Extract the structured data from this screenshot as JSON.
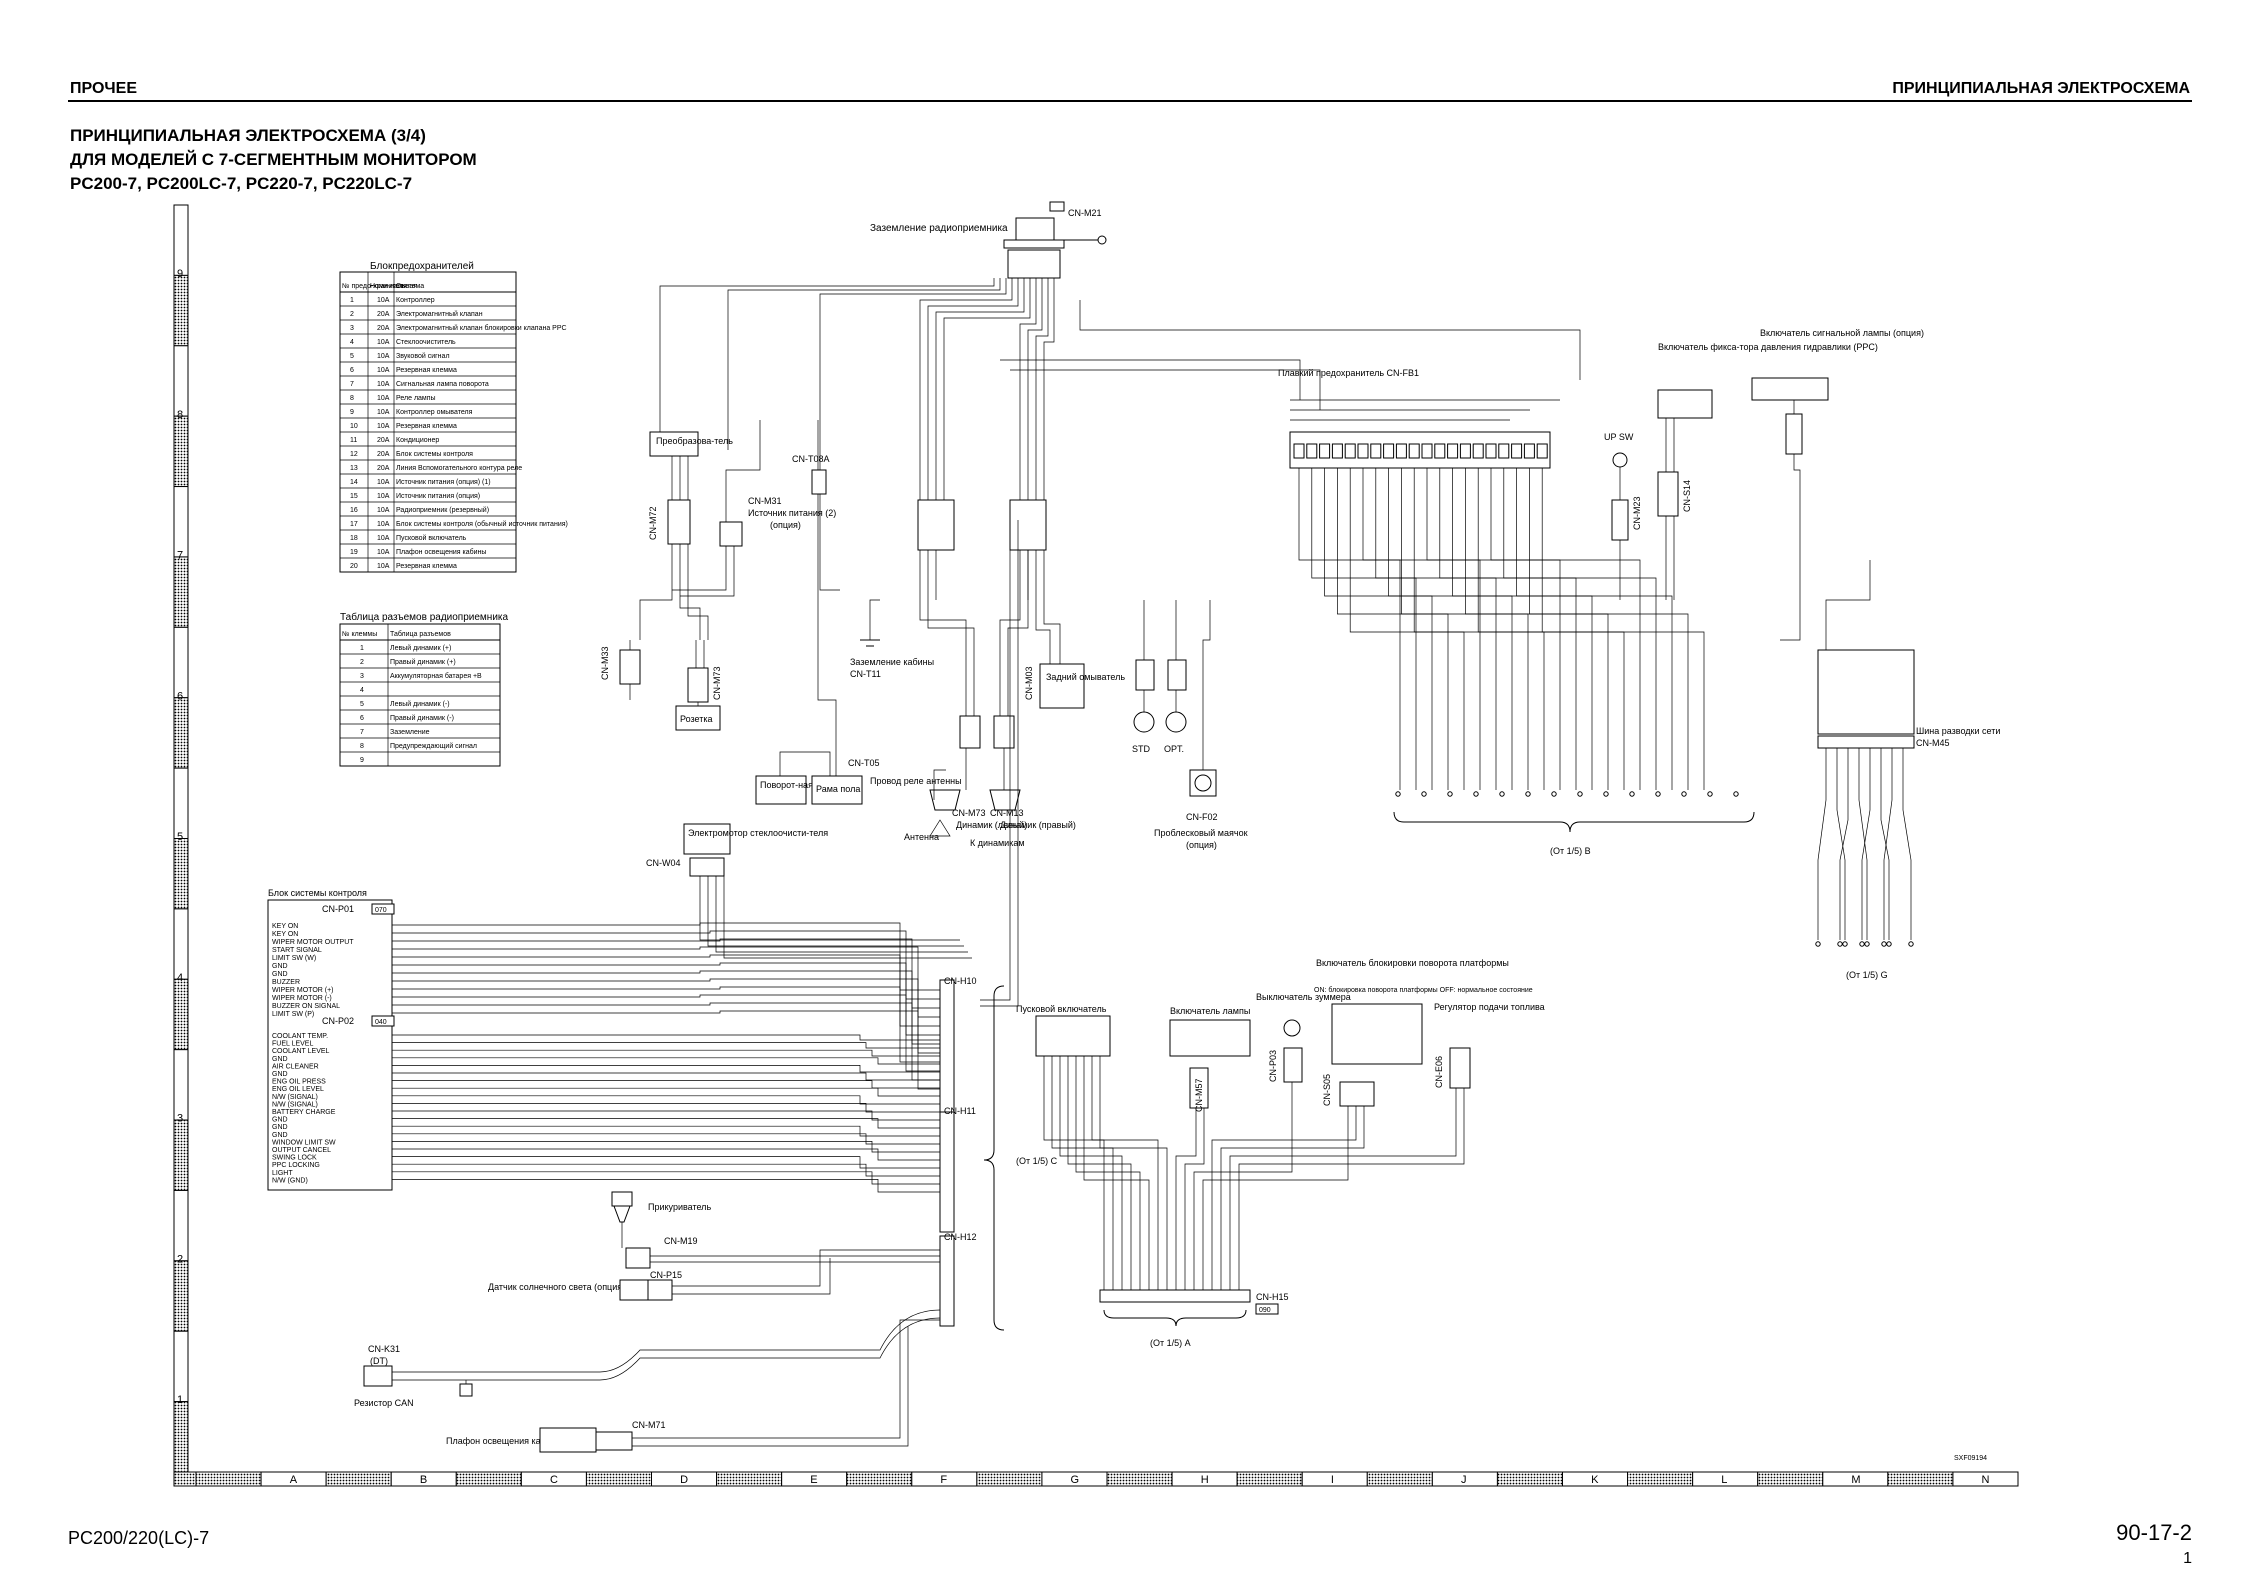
{
  "header": {
    "left": "ПРОЧЕЕ",
    "right": "ПРИНЦИПИАЛЬНАЯ ЭЛЕКТРОСХЕМА"
  },
  "title": {
    "line1": "ПРИНЦИПИАЛЬНАЯ ЭЛЕКТРОСХЕМА (3/4)",
    "line2": "ДЛЯ МОДЕЛЕЙ С 7-СЕГМЕНТНЫМ МОНИТОРОМ",
    "line3": "PC200-7, PC200LC-7, PC220-7, PC220LC-7"
  },
  "footer": {
    "left": "PC200/220(LC)-7",
    "right": "90-17-2",
    "page": "1"
  },
  "grid": {
    "rows": [
      "9",
      "8",
      "7",
      "6",
      "5",
      "4",
      "3",
      "2",
      "1"
    ],
    "cols": [
      "A",
      "B",
      "C",
      "D",
      "E",
      "F",
      "G",
      "H",
      "I",
      "J",
      "K",
      "L",
      "M",
      "N"
    ]
  },
  "fuse_table": {
    "title": "Блокпредохранителей",
    "headers": [
      "№ предо-хранителя",
      "Номи-нальная",
      "Система"
    ],
    "rows": [
      [
        "1",
        "10A",
        "Контроллер"
      ],
      [
        "2",
        "20A",
        "Электромагнитный клапан"
      ],
      [
        "3",
        "20A",
        "Электромагнитный клапан блокировки клапана PPC"
      ],
      [
        "4",
        "10A",
        "Стеклоочиститель"
      ],
      [
        "5",
        "10A",
        "Звуковой сигнал"
      ],
      [
        "6",
        "10A",
        "Резервная клемма"
      ],
      [
        "7",
        "10A",
        "Сигнальная лампа поворота"
      ],
      [
        "8",
        "10A",
        "Реле лампы"
      ],
      [
        "9",
        "10A",
        "Контроллер омывателя"
      ],
      [
        "10",
        "10A",
        "Резервная клемма"
      ],
      [
        "11",
        "20A",
        "Кондиционер"
      ],
      [
        "12",
        "20A",
        "Блок системы контроля"
      ],
      [
        "13",
        "20A",
        "Линия Вспомогательного контура реле"
      ],
      [
        "14",
        "10A",
        "Источник питания (опция) (1)"
      ],
      [
        "15",
        "10A",
        "Источник питания (опция)"
      ],
      [
        "16",
        "10A",
        "Радиоприемник (резервный)"
      ],
      [
        "17",
        "10A",
        "Блок системы контроля (обычный источник питания)"
      ],
      [
        "18",
        "10A",
        "Пусковой включатель"
      ],
      [
        "19",
        "10A",
        "Плафон освещения кабины"
      ],
      [
        "20",
        "10A",
        "Резервная клемма"
      ]
    ]
  },
  "radio_table": {
    "title": "Таблица разъемов радиоприемника",
    "headers": [
      "№ клеммы",
      "Таблица разъемов"
    ],
    "rows": [
      [
        "1",
        "Левый динамик (+)"
      ],
      [
        "2",
        "Правый динамик (+)"
      ],
      [
        "3",
        "Аккумуляторная батарея +B"
      ],
      [
        "4",
        ""
      ],
      [
        "5",
        "Левый динамик (-)"
      ],
      [
        "6",
        "Правый динамик (-)"
      ],
      [
        "7",
        "Заземление"
      ],
      [
        "8",
        "Предупреждающий сигнал"
      ],
      [
        "9",
        ""
      ]
    ]
  },
  "labels": {
    "radio_ground": "Заземление радиоприемника",
    "cn_m21": "CN-M21",
    "converter": "Преобразова-тель",
    "cn_m72": "CN-M72",
    "cn_m31": "CN-M31",
    "power_source_2": "Источник питания (2)",
    "option": "(опция)",
    "cn_t08a": "CN-T08A",
    "cn_m33": "CN-M33",
    "cn_m73": "CN-M73",
    "socket": "Розетка",
    "cab_ground": "Заземление кабины",
    "cn_t11": "CN-T11",
    "cn_t05": "CN-T05",
    "swing_frame": "Поворот-ная рама",
    "frame_floor": "Рама пола",
    "relay_wire": "Провод реле антенны",
    "antenna": "Антенна",
    "speaker_left": "Динамик (левый)",
    "speaker_right": "Динамик (правый)",
    "to_speakers": "К динамикам",
    "cn_m73b": "CN-M73",
    "cn_m13": "CN-M13",
    "rear_washer": "Задний омыватель",
    "cn_m03": "CN-M03",
    "std": "STD",
    "opt": "OPT.",
    "cn_f02": "CN-F02",
    "beacon": "Проблесковый маячок",
    "fusible_link": "Плавкий предохранитель CN-FB1",
    "up_sw": "UP SW",
    "cn_m23": "CN-M23",
    "ppc_lock_sw": "Включатель фикса-тора давления гидравлики (PPC)",
    "cn_s14": "CN-S14",
    "signal_lamp_sw": "Включатель сигнальной лампы (опция)",
    "net_bus": "Шина разводки сети",
    "cn_m45": "CN-M45",
    "from_b": "(От 1/5) B",
    "from_g": "(От 1/5) G",
    "from_c": "(От 1/5) C",
    "from_a": "(От 1/5) A",
    "electro_washer": "Электромотор стеклоочисти-теля",
    "cn_w04": "CN-W04",
    "monitor_unit": "Блок системы контроля",
    "cn_p01": "CN-P01",
    "p01_code": "070",
    "cn_p02": "CN-P02",
    "p02_code": "040",
    "cn_h10": "CN-H10",
    "cn_h11": "CN-H11",
    "cn_h12": "CN-H12",
    "lighter": "Прикуриватель",
    "cn_m19": "CN-M19",
    "sun_sensor": "Датчик солнечного света (опция)",
    "cn_p15": "CN-P15",
    "cn_k31": "CN-K31",
    "k31_sub": "(DT)",
    "resistor_can": "Резистор CAN",
    "cab_lamp": "Плафон освещения кабины",
    "cn_m71": "CN-M71",
    "start_sw": "Пусковой включатель",
    "lamp_sw": "Включатель лампы",
    "cn_m57": "CN-M57",
    "buzzer_sw": "Выключатель зуммера",
    "cn_p03": "CN-P03",
    "swing_lock_sw": "Включатель блокировки поворота платформы",
    "swing_lock_note": "ON: блокировка поворота платформы OFF: нормальное состояние",
    "cn_s05": "CN-S05",
    "fuel_regulator": "Регулятор подачи топлива",
    "cn_e06": "CN-E06",
    "cn_h15": "CN-H15",
    "h15_code": "090",
    "drawing_no": "SXF09194"
  },
  "p01_pins": [
    "KEY ON",
    "KEY ON",
    "WIPER MOTOR OUTPUT",
    "START SIGNAL",
    "LIMIT SW (W)",
    "GND",
    "GND",
    "BUZZER",
    "WIPER MOTOR (+)",
    "WIPER MOTOR (-)",
    "BUZZER ON SIGNAL",
    "LIMIT SW (P)"
  ],
  "p02_pins": [
    "COOLANT TEMP.",
    "FUEL LEVEL",
    "COOLANT LEVEL",
    "GND",
    "AIR CLEANER",
    "GND",
    "ENG OIL PRESS",
    "ENG OIL LEVEL",
    "N/W (SIGNAL)",
    "N/W (SIGNAL)",
    "BATTERY CHARGE",
    "GND",
    "GND",
    "GND",
    "WINDOW LIMIT SW",
    "OUTPUT CANCEL",
    "SWING LOCK",
    "PPC LOCKING",
    "LIGHT",
    "N/W (GND)"
  ]
}
